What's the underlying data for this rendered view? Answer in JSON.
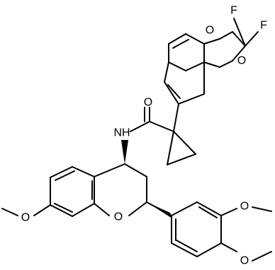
{
  "molecule": {
    "atom_labels": {
      "fluorine_top": "F",
      "fluorine_right": "F",
      "dioxole_oxygen_top": "O",
      "dioxole_oxygen_bottom": "O",
      "carbonyl_oxygen": "O",
      "amide_nitrogen": "NH",
      "chroman_ring_oxygen": "O",
      "methoxy_oxygen_left": "O",
      "methoxy_oxygen_meta": "O",
      "methoxy_oxygen_para": "O"
    },
    "colors": {
      "bond": "#000000",
      "label": "#000000",
      "background": "#ffffff"
    }
  }
}
